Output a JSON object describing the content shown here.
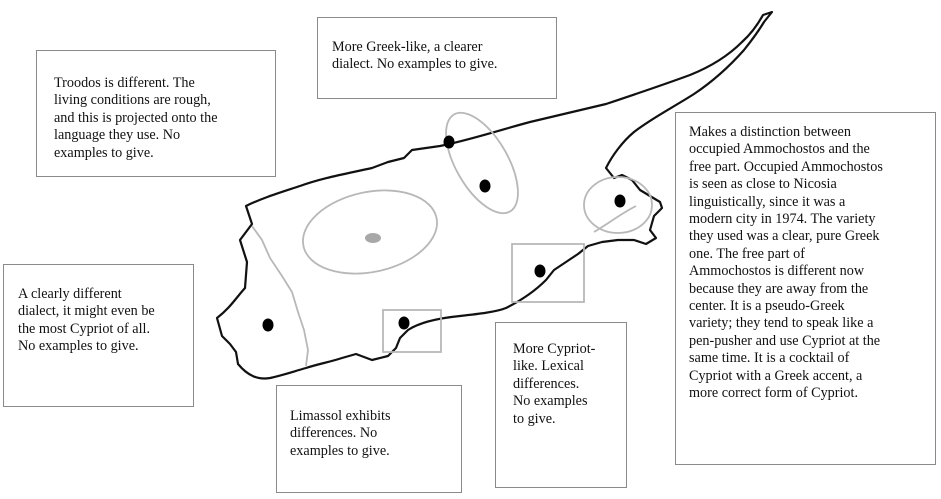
{
  "map": {
    "region": "Cyprus",
    "colors": {
      "outline": "#111111",
      "region_marker": "#b8b8b8",
      "dot": "#000000",
      "nicosia_dot": "#a8a8a8"
    }
  },
  "annotations": {
    "troodos": "Troodos is different. The\nliving conditions are rough,\nand this is projected onto the\nlanguage they use. No\nexamples to give.",
    "kyrenia": "More Greek-like, a clearer\ndialect. No examples to give.",
    "ammochostos": "Makes a distinction between\noccupied Ammochostos and the\nfree part. Occupied Ammochostos\nis seen as close to Nicosia\nlinguistically, since it was a\nmodern city in 1974. The variety\nthey used was a clear, pure Greek\none. The free part of\nAmmochostos is different now\nbecause they are away from the\ncenter. It is a pseudo-Greek\nvariety; they tend to speak like a\npen-pusher and use Cypriot at the\nsame time. It is a cocktail of\nCypriot with a Greek accent, a\nmore correct form of Cypriot.",
    "paphos": "A clearly different\ndialect, it might even be\nthe most Cypriot of all.\nNo examples to give.",
    "limassol": "Limassol exhibits\ndifferences. No\nexamples to give.",
    "larnaca": "More Cypriot-\nlike. Lexical\ndifferences.\nNo examples\nto give."
  }
}
